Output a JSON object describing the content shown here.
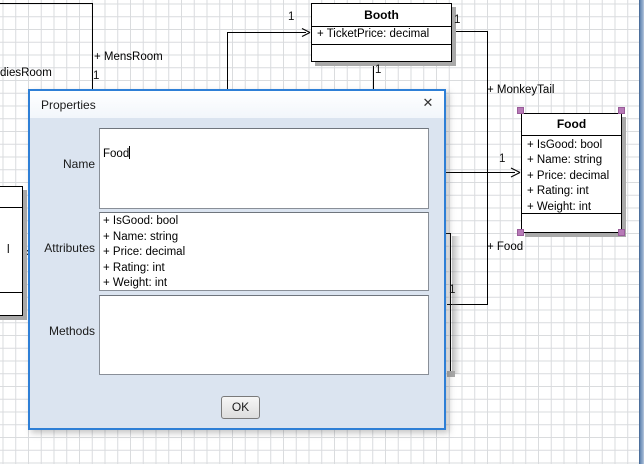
{
  "dialog": {
    "title": "Properties",
    "close_glyph": "✕",
    "fields": [
      {
        "label": "Name",
        "value": "Food"
      },
      {
        "label": "Attributes",
        "value": "+ IsGood: bool\n+ Name: string\n+ Price: decimal\n+ Rating: int\n+ Weight: int"
      },
      {
        "label": "Methods",
        "value": ""
      }
    ],
    "ok_label": "OK"
  },
  "diagram": {
    "booth": {
      "title": "Booth",
      "attributes": [
        "+ TicketPrice: decimal"
      ]
    },
    "food": {
      "title": "Food",
      "attributes": [
        "+ IsGood: bool",
        "+ Name: string",
        "+ Price: decimal",
        "+ Rating: int",
        "+ Weight: int"
      ]
    },
    "left_box_fragment": "l",
    "labels": {
      "ladies_room": "diesRoom",
      "mens_room": "+ MensRoom",
      "monkey_tail": "+ MonkeyTail",
      "food_assoc": "+ Food"
    },
    "multiplicities": {
      "mens": "1",
      "booth_left": "1",
      "booth_right": "1",
      "booth_bottom": "1",
      "food_arrow": "1",
      "food_assoc": "1"
    }
  },
  "colors": {
    "accent_blue": "#2e7fd6",
    "selection_handle": "#b77ab7",
    "box_shadow": "#a9a9a9"
  }
}
